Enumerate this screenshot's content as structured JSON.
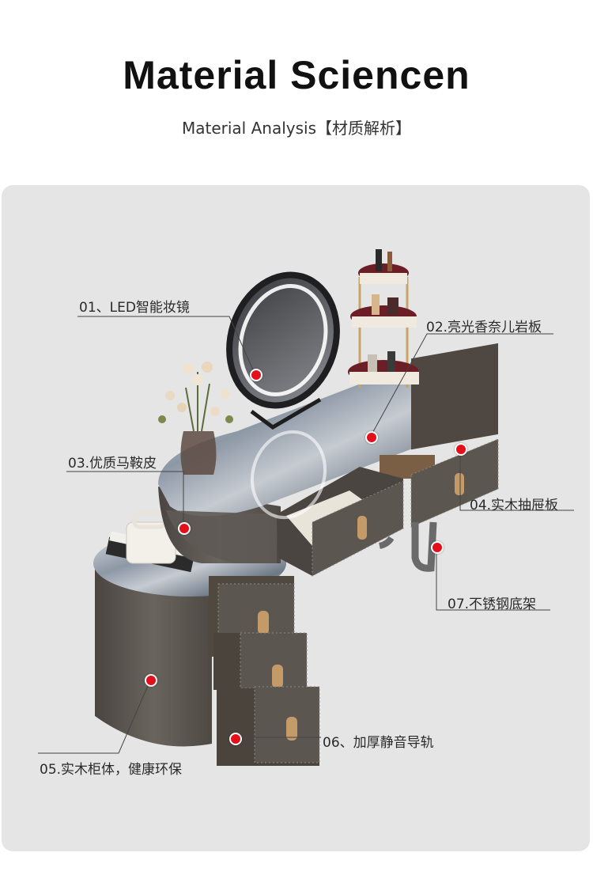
{
  "header": {
    "title": "Material  Sciencen",
    "subtitle": "Material Analysis【材质解析】"
  },
  "callouts": [
    {
      "id": "c01",
      "text": "01、LED智能妆镜"
    },
    {
      "id": "c02",
      "text": "02.亮光香奈儿岩板"
    },
    {
      "id": "c03",
      "text": "03.优质马鞍皮"
    },
    {
      "id": "c04",
      "text": "04.实木抽屉板"
    },
    {
      "id": "c05",
      "text": "05.实木柜体，健康环保"
    },
    {
      "id": "c06",
      "text": "06、加厚静音导轨"
    },
    {
      "id": "c07",
      "text": "07.不锈钢底架"
    }
  ],
  "colors": {
    "marker": "#e3101b",
    "leather": "#5f5a55",
    "panel": "#e6e5e5",
    "gold": "#c9a46a"
  }
}
